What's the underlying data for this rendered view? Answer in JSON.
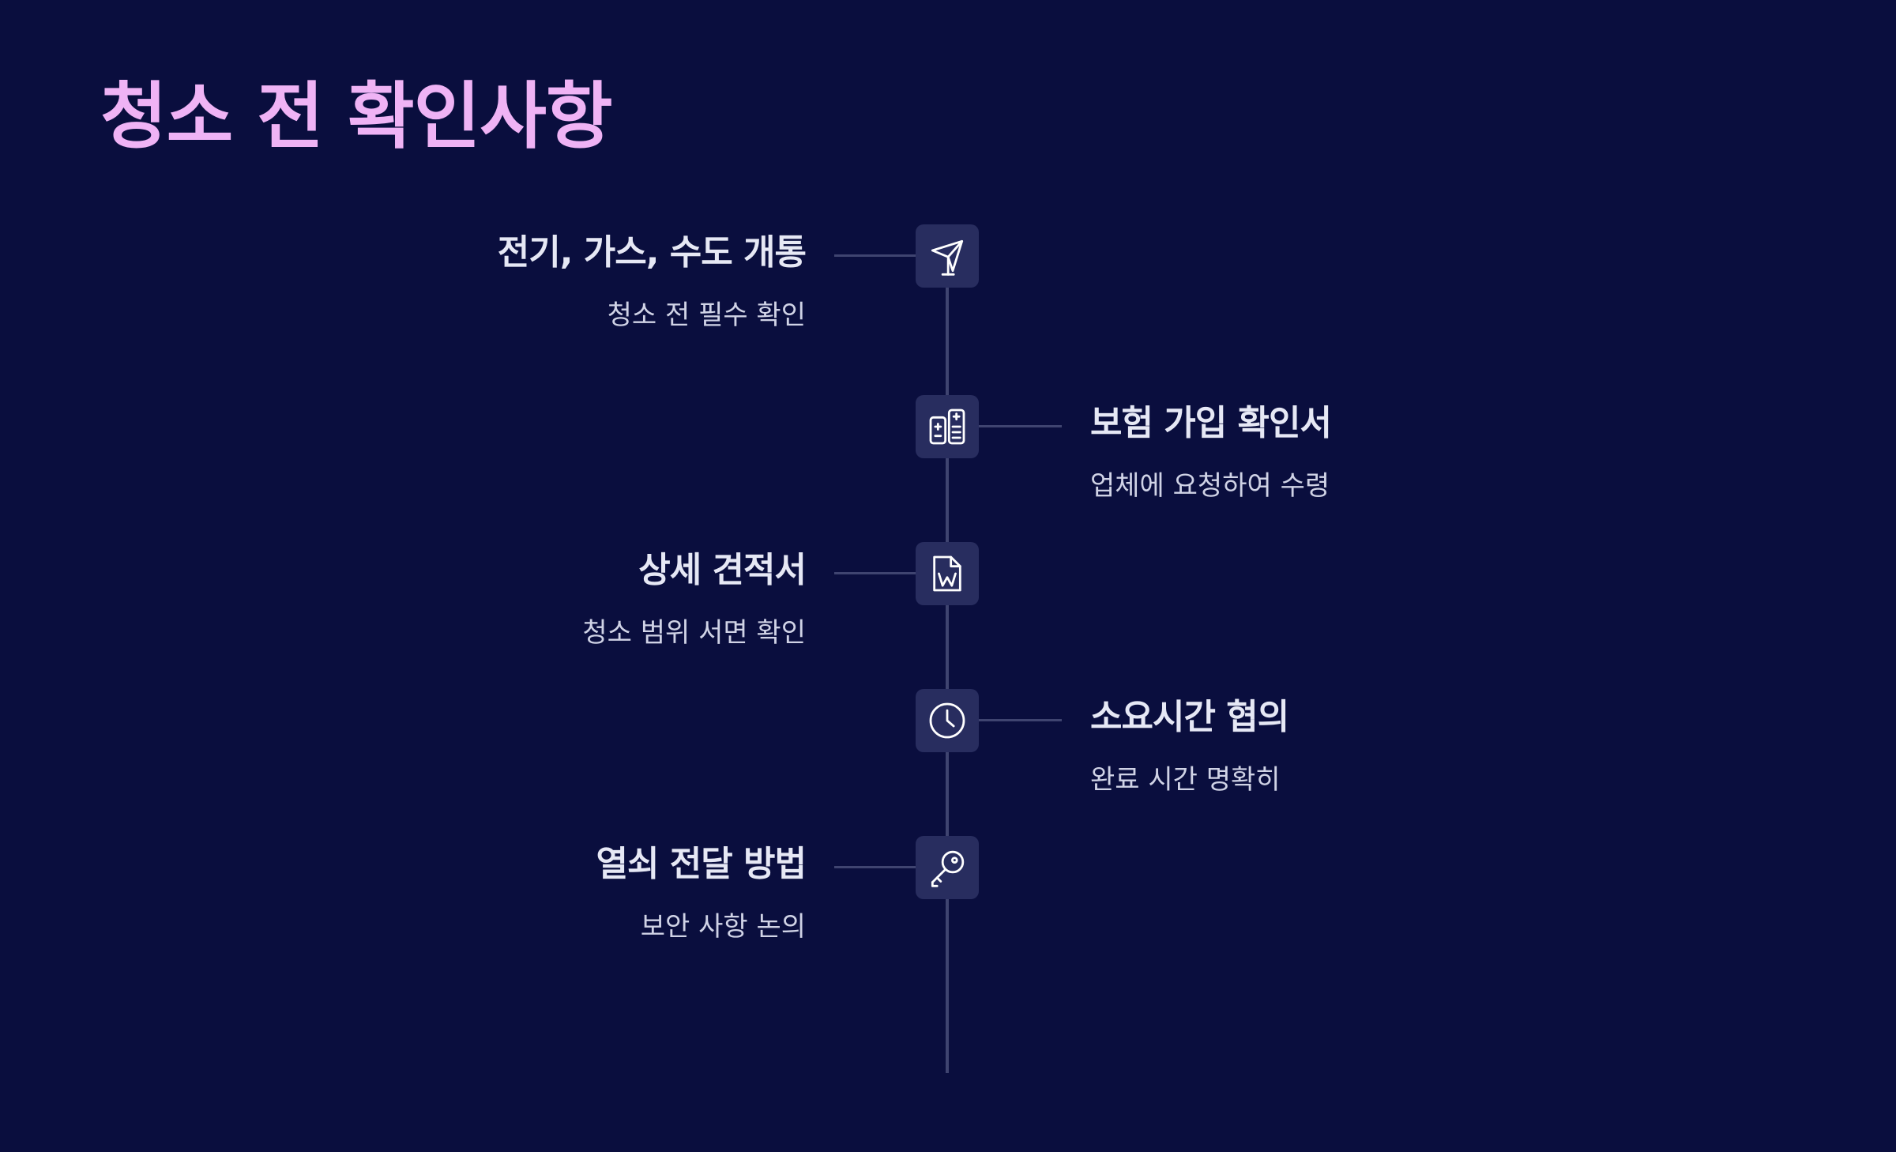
{
  "title": "청소 전 확인사항",
  "colors": {
    "background": "#0a0e3e",
    "title": "#efb3f5",
    "icon_box": "#282d5f",
    "line": "#3f4470"
  },
  "items": [
    {
      "title": "전기, 가스, 수도 개통",
      "desc": "청소 전 필수 확인",
      "icon": "plane-icon"
    },
    {
      "title": "보험 가입 확인서",
      "desc": "업체에 요청하여 수령",
      "icon": "calculator-icon"
    },
    {
      "title": "상세 견적서",
      "desc": "청소 범위 서면 확인",
      "icon": "word-file-icon"
    },
    {
      "title": "소요시간 협의",
      "desc": "완료 시간 명확히",
      "icon": "clock-icon"
    },
    {
      "title": "열쇠 전달 방법",
      "desc": "보안 사항 논의",
      "icon": "key-icon"
    }
  ]
}
